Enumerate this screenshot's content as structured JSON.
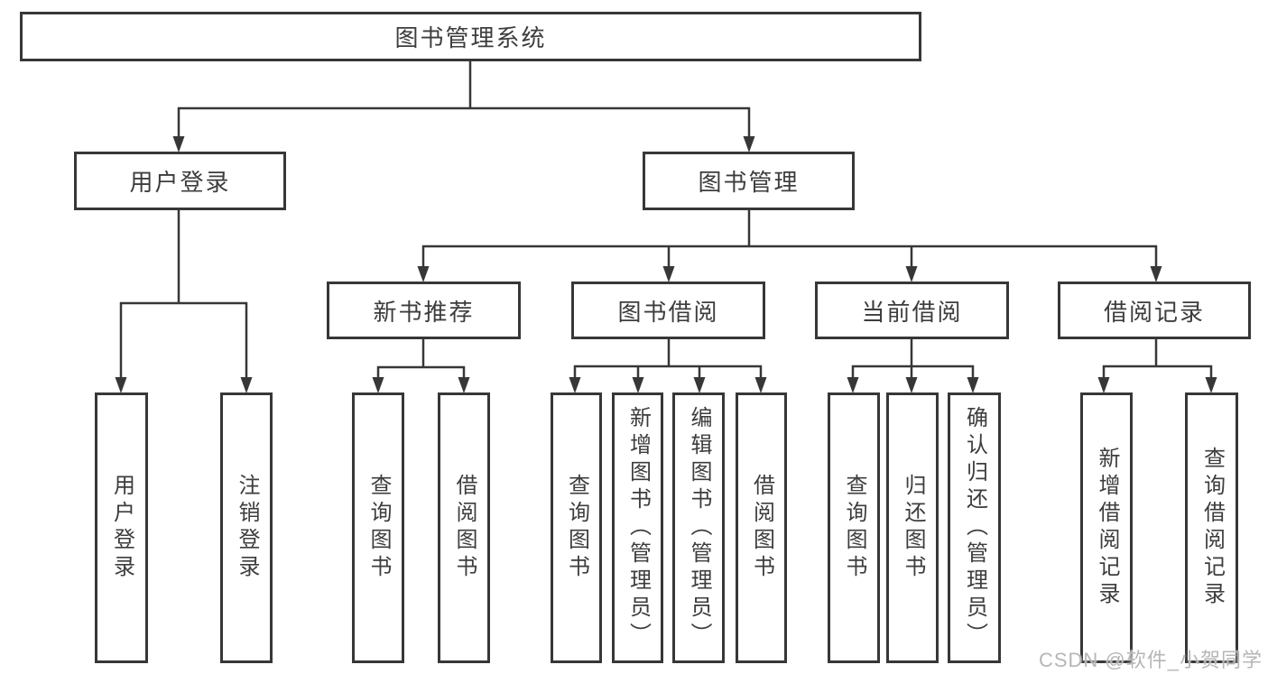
{
  "diagram_title": "图书管理系统",
  "nodes": {
    "root": "图书管理系统",
    "user_login": "用户登录",
    "book_management": "图书管理",
    "new_book_recommend": "新书推荐",
    "book_borrow": "图书借阅",
    "current_borrow": "当前借阅",
    "borrow_records": "借阅记录",
    "leaf_user_login": "用户登录",
    "leaf_logout": "注销登录",
    "nb_query_books": "查询图书",
    "nb_borrow_books": "借阅图书",
    "bb_query_books": "查询图书",
    "bb_add_books": "新增图书（管理员）",
    "bb_edit_books": "编辑图书（管理员）",
    "bb_borrow_books": "借阅图书",
    "cb_query_books": "查询图书",
    "cb_return_books": "归还图书",
    "cb_confirm_return": "确认归还（管理员）",
    "br_add_record": "新增借阅记录",
    "br_query_record": "查询借阅记录"
  },
  "hierarchy": {
    "图书管理系统": {
      "用户登录": [
        "用户登录",
        "注销登录"
      ],
      "图书管理": {
        "新书推荐": [
          "查询图书",
          "借阅图书"
        ],
        "图书借阅": [
          "查询图书",
          "新增图书（管理员）",
          "编辑图书（管理员）",
          "借阅图书"
        ],
        "当前借阅": [
          "查询图书",
          "归还图书",
          "确认归还（管理员）"
        ],
        "借阅记录": [
          "新增借阅记录",
          "查询借阅记录"
        ]
      }
    }
  },
  "colors": {
    "line": "#373737",
    "border": "#373737",
    "text": "#3d3d3d",
    "background": "#ffffff",
    "watermark": "#b6b6b6"
  },
  "watermark": "CSDN @软件_小贺同学"
}
